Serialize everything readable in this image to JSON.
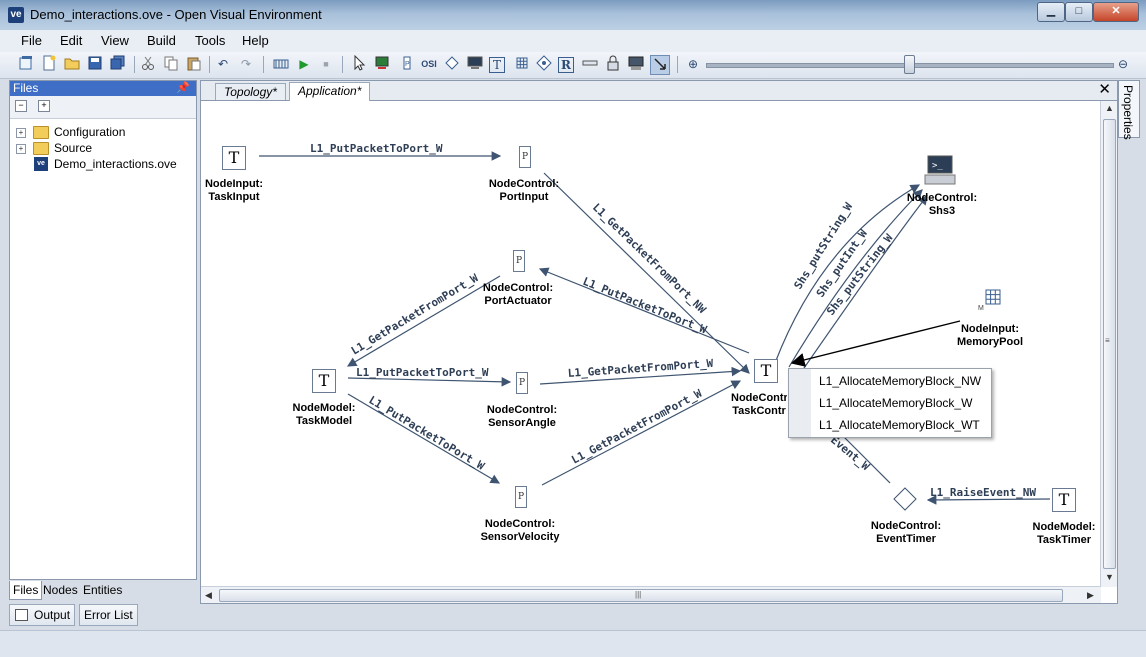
{
  "window": {
    "title": "Demo_interactions.ove - Open Visual Environment",
    "app_icon": "ove-app-icon",
    "controls": {
      "minimize": "▁",
      "maximize": "□",
      "close": "✕"
    }
  },
  "menu": {
    "items": [
      "File",
      "Edit",
      "View",
      "Build",
      "Tools",
      "Help"
    ]
  },
  "toolbar": {
    "icons": [
      "new-project-icon",
      "new-file-icon",
      "open-icon",
      "save-icon",
      "save-all-icon",
      "cut-icon",
      "copy-icon",
      "paste-icon",
      "undo-icon",
      "redo-icon",
      "build-icon",
      "run-icon",
      "stop-icon",
      "select-icon",
      "node-icon",
      "port-icon",
      "os-icon",
      "diamond-icon",
      "screen-icon",
      "text-icon",
      "memory-icon",
      "event-icon",
      "resource-icon",
      "link-icon",
      "lock-icon",
      "display-icon",
      "arrow-tool-icon",
      "zoom-in-icon",
      "zoom-out-icon"
    ],
    "glyphs": {
      "osi": "OSI",
      "text": "T",
      "resource": "R",
      "run": "▶",
      "stop": "■",
      "undo": "↶",
      "redo": "↷",
      "zoom_in": "⊕",
      "zoom_out": "⊖"
    },
    "zoom_level_percent": 50
  },
  "files_panel": {
    "title": "Files",
    "pin_icon": "pin-icon",
    "collapse_glyph": "−",
    "expand_glyph": "+",
    "tree": [
      {
        "label": "Configuration",
        "type": "folder",
        "expander": "+"
      },
      {
        "label": "Source",
        "type": "folder",
        "expander": "+"
      },
      {
        "label": "Demo_interactions.ove",
        "type": "ove-file",
        "icon_text": "ve"
      }
    ],
    "bottom_tabs": [
      "Files",
      "Nodes",
      "Entities"
    ]
  },
  "output_bar": {
    "buttons": [
      "Output",
      "Error List"
    ]
  },
  "document": {
    "tabs": [
      {
        "label": "Topology*",
        "active": false
      },
      {
        "label": "Application*",
        "active": true
      }
    ],
    "close_glyph": "✕"
  },
  "properties_tab": {
    "label": "Properties"
  },
  "diagram": {
    "nodes": [
      {
        "id": "task-input",
        "kind": "T",
        "glyph": "T",
        "label1": "NodeInput:",
        "label2": "TaskInput"
      },
      {
        "id": "port-input",
        "kind": "P",
        "glyph": "P",
        "label1": "NodeControl:",
        "label2": "PortInput"
      },
      {
        "id": "shs3",
        "kind": "screen",
        "glyph": ">_",
        "label1": "NodeControl:",
        "label2": "Shs3"
      },
      {
        "id": "port-actuator",
        "kind": "P",
        "glyph": "P",
        "label1": "NodeControl:",
        "label2": "PortActuator"
      },
      {
        "id": "memory-pool",
        "kind": "memory",
        "glyph": "M",
        "label1": "NodeInput:",
        "label2": "MemoryPool"
      },
      {
        "id": "task-model",
        "kind": "T",
        "glyph": "T",
        "label1": "NodeModel:",
        "label2": "TaskModel"
      },
      {
        "id": "sensor-angle",
        "kind": "P",
        "glyph": "P",
        "label1": "NodeControl:",
        "label2": "SensorAngle"
      },
      {
        "id": "task-control",
        "kind": "T",
        "glyph": "T",
        "label1": "NodeContr",
        "label2": "TaskContr"
      },
      {
        "id": "sensor-velocity",
        "kind": "P",
        "glyph": "P",
        "label1": "NodeControl:",
        "label2": "SensorVelocity"
      },
      {
        "id": "event-timer",
        "kind": "diamond",
        "glyph": "",
        "label1": "NodeControl:",
        "label2": "EventTimer"
      },
      {
        "id": "task-timer",
        "kind": "T",
        "glyph": "T",
        "label1": "NodeModel:",
        "label2": "TaskTimer"
      }
    ],
    "edges": [
      {
        "label": "L1_PutPacketToPort_W"
      },
      {
        "label": "L1_GetPacketFromPort_NW"
      },
      {
        "label": "L1_PutPacketToPort_W"
      },
      {
        "label": "L1_GetPacketFromPort_W"
      },
      {
        "label": "L1_PutPacketToPort_W"
      },
      {
        "label": "L1_GetPacketFromPort_W"
      },
      {
        "label": "L1_PutPacketToPort_W"
      },
      {
        "label": "L1_GetPacketFromPort_W"
      },
      {
        "label": "Shs_putString_W"
      },
      {
        "label": "Shs_putInt_W"
      },
      {
        "label": "Shs_putString_W"
      },
      {
        "label": "L1_RaiseEvent_NW"
      },
      {
        "label": "Event_W"
      }
    ],
    "context_menu": {
      "items": [
        "L1_AllocateMemoryBlock_NW",
        "L1_AllocateMemoryBlock_W",
        "L1_AllocateMemoryBlock_WT"
      ]
    }
  },
  "scrollbars": {
    "up": "▲",
    "down": "▼",
    "left": "◀",
    "right": "▶",
    "grip_v": "≡",
    "grip_h": "|||"
  }
}
